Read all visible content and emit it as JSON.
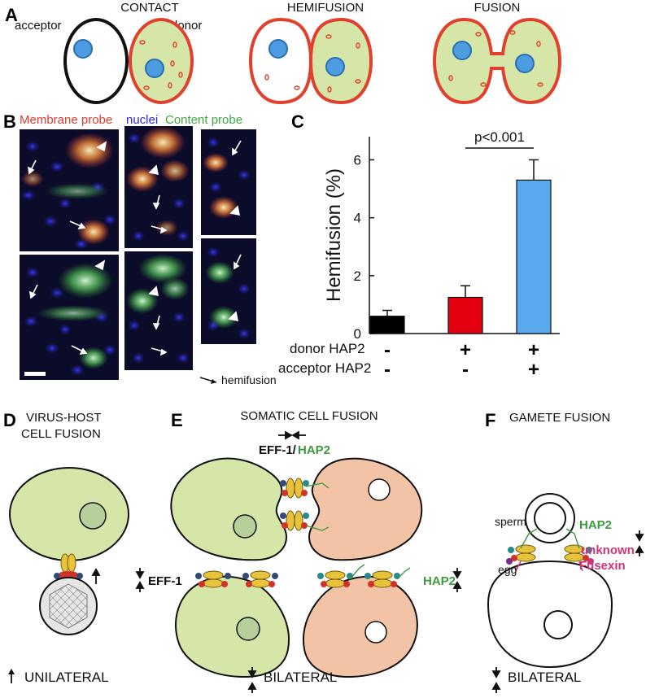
{
  "panels": {
    "a": {
      "letter": "A",
      "titles": [
        "CONTACT",
        "HEMIFUSION",
        "FUSION"
      ],
      "acceptor_label": "acceptor",
      "donor_label": "donor"
    },
    "b": {
      "letter": "B",
      "legend_membrane": "Membrane probe",
      "legend_nuclei": "nuclei",
      "legend_content": "Content probe",
      "hemifusion_key": "hemifusion",
      "colors": {
        "membrane": "#e03a2f",
        "nuclei": "#2b2bd6",
        "content": "#3fa845"
      }
    },
    "c": {
      "letter": "C",
      "significance": "p<0.001",
      "row_labels": [
        "donor HAP2",
        "acceptor HAP2"
      ]
    },
    "d": {
      "letter": "D",
      "title_line1": "VIRUS-HOST",
      "title_line2": "CELL FUSION",
      "mode": "UNILATERAL"
    },
    "e": {
      "letter": "E",
      "title": "SOMATIC CELL FUSION",
      "protein_left": "EFF-1/",
      "protein_right": "HAP2",
      "side_left": "EFF-1",
      "side_right": "HAP2",
      "mode": "BILATERAL"
    },
    "f": {
      "letter": "F",
      "title": "GAMETE FUSION",
      "sperm": "sperm",
      "egg": "egg",
      "protein": "HAP2",
      "unknown_line1": "unknown",
      "unknown_line2": "Fusexin",
      "mode": "BILATERAL"
    }
  },
  "chart_data": {
    "type": "bar",
    "ylabel": "Hemifusion (%)",
    "ylim": [
      0,
      6.8
    ],
    "yticks": [
      0,
      2,
      4,
      6
    ],
    "categories": [
      "- / -",
      "+ / -",
      "+ / +"
    ],
    "donor_HAP2": [
      "-",
      "+",
      "+"
    ],
    "acceptor_HAP2": [
      "-",
      "-",
      "+"
    ],
    "values": [
      0.6,
      1.25,
      5.3
    ],
    "errors": [
      0.2,
      0.4,
      0.7
    ],
    "colors": [
      "#000000",
      "#e3000f",
      "#5aa9ee"
    ],
    "annotation": "p<0.001"
  },
  "colors": {
    "cell_green": "#d6e6a8",
    "membrane_red": "#e0402d",
    "nucleus_blue": "#4d9be0",
    "peach": "#f3c3a6",
    "hap2_green": "#3d9a40",
    "fusexin_pink": "#d0337a"
  }
}
